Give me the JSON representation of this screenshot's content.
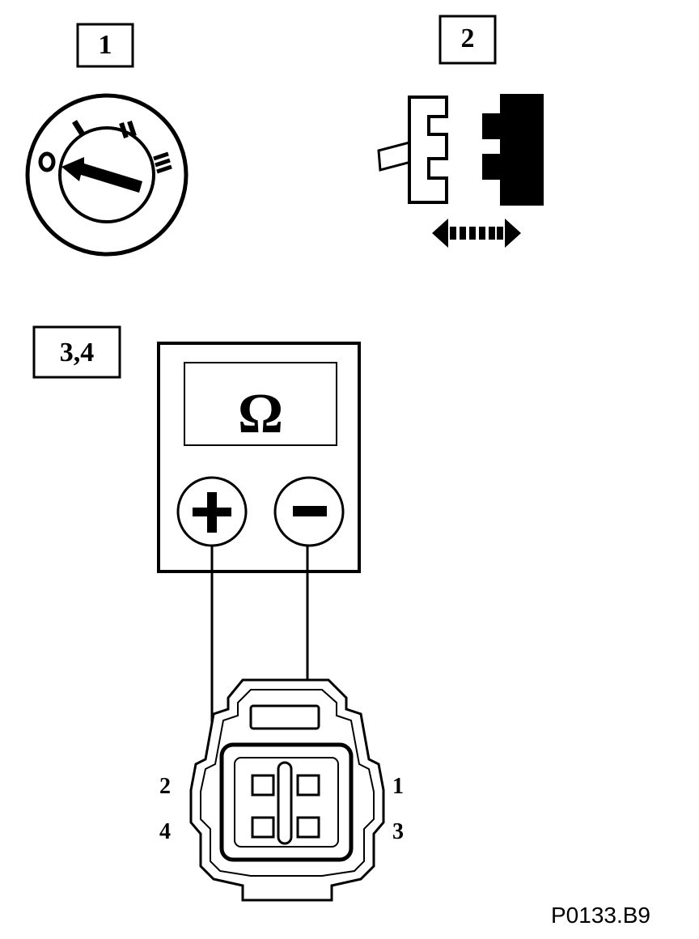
{
  "steps": {
    "step1_label": "1",
    "step2_label": "2",
    "step34_label": "3,4"
  },
  "ignition_switch": {
    "icon": "ignition-switch-icon",
    "positions": [
      "0",
      "I",
      "II",
      "III"
    ],
    "selected_position": "0"
  },
  "connector_action": {
    "icon": "disconnect-connector-icon"
  },
  "multimeter": {
    "display_symbol": "Ω",
    "plus_terminal": "+",
    "minus_terminal": "−"
  },
  "connector_pins": {
    "pin_1": "1",
    "pin_2": "2",
    "pin_3": "3",
    "pin_4": "4"
  },
  "figure_code": "P0133.B9"
}
